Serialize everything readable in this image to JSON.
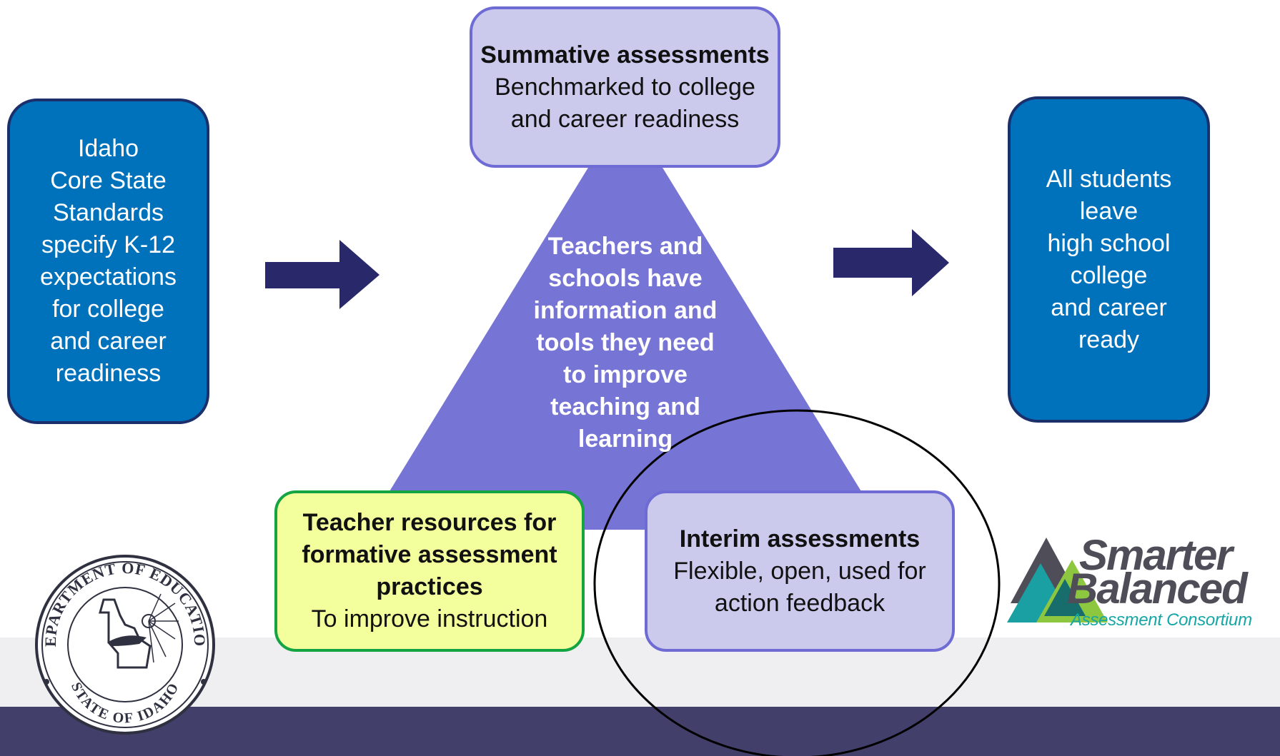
{
  "left_box": {
    "lines": [
      "Idaho",
      "Core State",
      "Standards",
      "specify K-12",
      "expectations",
      "for college",
      "and career",
      "readiness"
    ]
  },
  "right_box": {
    "lines": [
      "All students",
      "leave",
      "high school",
      "college",
      "and career",
      "ready"
    ]
  },
  "summative": {
    "title": "Summative assessments",
    "subtitle": "Benchmarked to college and career readiness"
  },
  "center": {
    "lines": [
      "Teachers and",
      "schools have",
      "information and",
      "tools they need",
      "to improve",
      "teaching and",
      "learning"
    ]
  },
  "formative": {
    "title": "Teacher resources for formative assessment practices",
    "subtitle": "To improve instruction"
  },
  "interim": {
    "title": "Interim assessments",
    "subtitle": "Flexible, open, used for action feedback"
  },
  "smarter_balanced_logo": {
    "word1": "Smarter",
    "word2": "Balanced",
    "tagline": "Assessment Consortium"
  },
  "seal": {
    "top_text": "DEPARTMENT OF EDUCATION",
    "bottom_text": "STATE OF IDAHO"
  },
  "colors": {
    "blue_box": "#0072bc",
    "triangle": "#7674d4",
    "arrow": "#29286b",
    "summative_fill": "#cbcaed",
    "formative_fill": "#f3ff9c",
    "footer_band": "#433f6b"
  }
}
